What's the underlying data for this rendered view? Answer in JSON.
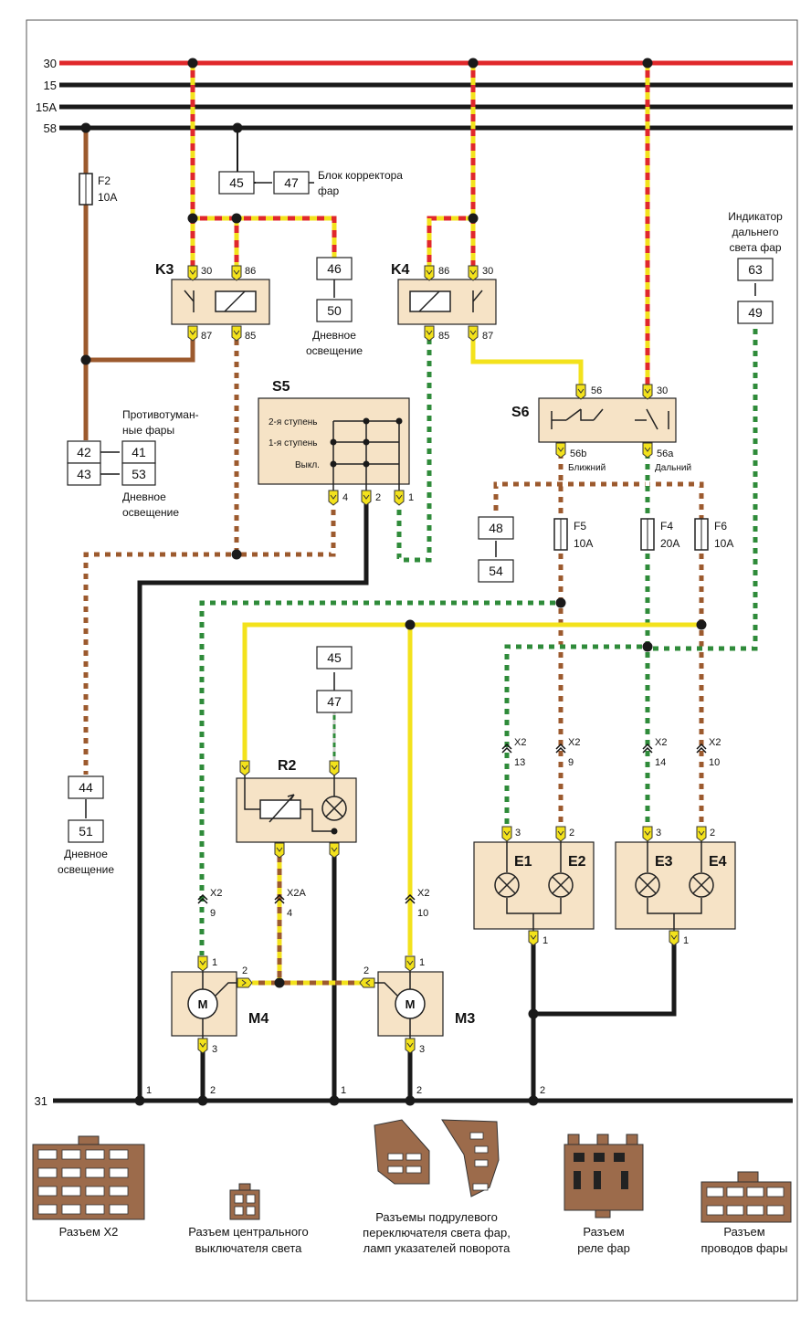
{
  "buses": {
    "b30": "30",
    "b15": "15",
    "b15a": "15A",
    "b58": "58",
    "b31": "31"
  },
  "fuses": {
    "f2": {
      "name": "F2",
      "rating": "10A"
    },
    "f5": {
      "name": "F5",
      "rating": "10A"
    },
    "f4": {
      "name": "F4",
      "rating": "20A"
    },
    "f6": {
      "name": "F6",
      "rating": "10A"
    }
  },
  "components": {
    "k3": "K3",
    "k4": "K4",
    "s5": "S5",
    "s6": "S6",
    "r2": "R2",
    "m4": "M4",
    "m3": "M3",
    "e1": "E1",
    "e2": "E2",
    "e3": "E3",
    "e4": "E4"
  },
  "boxes": {
    "b45a": "45",
    "b47a": "47",
    "b46": "46",
    "b50": "50",
    "b42": "42",
    "b41": "41",
    "b43": "43",
    "b53": "53",
    "b63": "63",
    "b49": "49",
    "b48": "48",
    "b54": "54",
    "b44": "44",
    "b51": "51",
    "b45b": "45",
    "b47b": "47"
  },
  "labels": {
    "corrector": [
      "Блок корректора",
      "фар"
    ],
    "daylight1": [
      "Дневное",
      "освещение"
    ],
    "fog": [
      "Противотуман-",
      "ные фары"
    ],
    "daylight2": [
      "Дневное",
      "освещение"
    ],
    "hb_indicator": [
      "Индикатор",
      "дальнего",
      "света фар"
    ],
    "daylight3": [
      "Дневное",
      "освещение"
    ]
  },
  "s5_positions": {
    "p2": "2-я ступень",
    "p1": "1-я ступень",
    "off": "Выкл."
  },
  "s6_outputs": {
    "near": "Ближний",
    "far": "Дальний"
  },
  "pins": {
    "k3_30": "30",
    "k3_86": "86",
    "k3_87": "87",
    "k3_85": "85",
    "k4_86": "86",
    "k4_30": "30",
    "k4_85": "85",
    "k4_87": "87",
    "s5_4": "4",
    "s5_2": "2",
    "s5_1": "1",
    "s6_56": "56",
    "s6_30": "30",
    "s6_56b": "56b",
    "s6_56a": "56a",
    "e_3a": "3",
    "e_2a": "2",
    "e_1a": "1",
    "e_3b": "3",
    "e_2b": "2",
    "e_1b": "1",
    "m4_1": "1",
    "m4_2": "2",
    "m4_3": "3",
    "m3_1": "1",
    "m3_2": "2",
    "m3_3": "3",
    "g1a": "1",
    "g2a": "2",
    "g1b": "1",
    "g2b": "2",
    "g2c": "2"
  },
  "connectors": {
    "x2_13": [
      "X2",
      "13"
    ],
    "x2_9a": [
      "X2",
      "9"
    ],
    "x2_14": [
      "X2",
      "14"
    ],
    "x2_10a": [
      "X2",
      "10"
    ],
    "x2_9b": [
      "X2",
      "9"
    ],
    "x2a_4": [
      "X2A",
      "4"
    ],
    "x2_10b": [
      "X2",
      "10"
    ]
  },
  "captions": {
    "x2": [
      "Разъем X2"
    ],
    "central": [
      "Разъем центрального",
      "выключателя света"
    ],
    "steering": [
      "Разъемы подрулевого",
      "переключателя света фар,",
      "ламп указателей поворота"
    ],
    "relay": [
      "Разъем",
      "реле фар"
    ],
    "wires": [
      "Разъем",
      "проводов фары"
    ]
  },
  "colors": {
    "red": "#e0282b",
    "yellow": "#f3e21c",
    "brown": "#9c5a2e",
    "green": "#2f8b3a",
    "black": "#1a1a1a",
    "comp_fill": "#f6e3c6",
    "pin": "#f3e21c",
    "conn": "#9c6b4b"
  }
}
